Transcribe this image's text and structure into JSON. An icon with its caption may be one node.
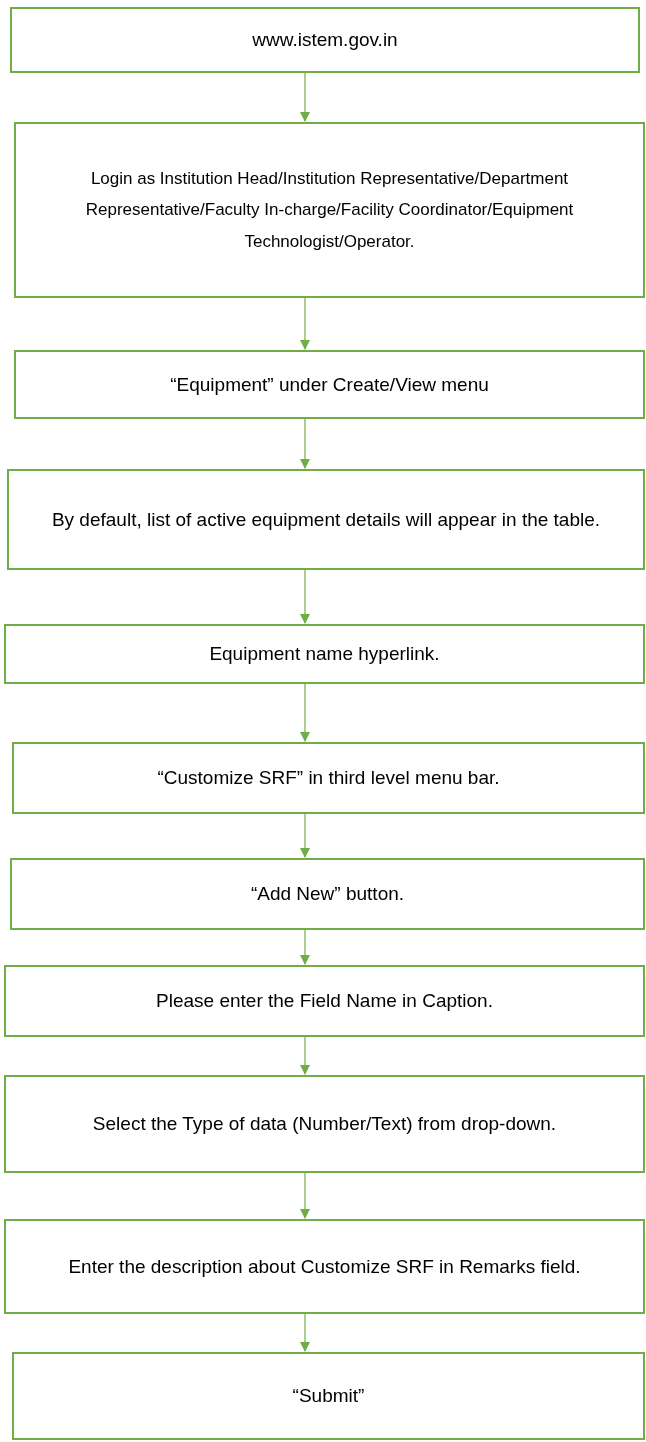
{
  "diagram": {
    "nodes": [
      {
        "text": [
          "www.istem.gov.in"
        ]
      },
      {
        "text": [
          "Login as Institution Head/Institution Representative/Department Representative/Faculty In-charge/Facility Coordinator/Equipment Technologist/Operator."
        ]
      },
      {
        "text": [
          "“Equipment” under Create/View menu"
        ]
      },
      {
        "text": [
          "By default, list of active equipment details will appear in the table."
        ]
      },
      {
        "text": [
          "Equipment name hyperlink."
        ]
      },
      {
        "text": [
          "“Customize SRF” in third level menu bar."
        ]
      },
      {
        "text": [
          "“Add New” button."
        ]
      },
      {
        "text": [
          "Please enter the Field Name in Caption."
        ]
      },
      {
        "text": [
          "Select the Type of data (Number/Text) from drop-down."
        ]
      },
      {
        "text": [
          "Enter the description about Customize SRF in Remarks field."
        ]
      },
      {
        "text": [
          "“Submit”"
        ]
      }
    ],
    "edges": [
      {
        "from": 0,
        "to": 1,
        "arrow": "to"
      },
      {
        "from": 1,
        "to": 2,
        "arrow": "to"
      },
      {
        "from": 2,
        "to": 3,
        "arrow": "to"
      },
      {
        "from": 3,
        "to": 4,
        "arrow": "to"
      },
      {
        "from": 4,
        "to": 5,
        "arrow": "to"
      },
      {
        "from": 5,
        "to": 6,
        "arrow": "to"
      },
      {
        "from": 6,
        "to": 7,
        "arrow": "to"
      },
      {
        "from": 7,
        "to": 8,
        "arrow": "to"
      },
      {
        "from": 8,
        "to": 9,
        "arrow": "to"
      },
      {
        "from": 9,
        "to": 10,
        "arrow": "to"
      }
    ]
  }
}
